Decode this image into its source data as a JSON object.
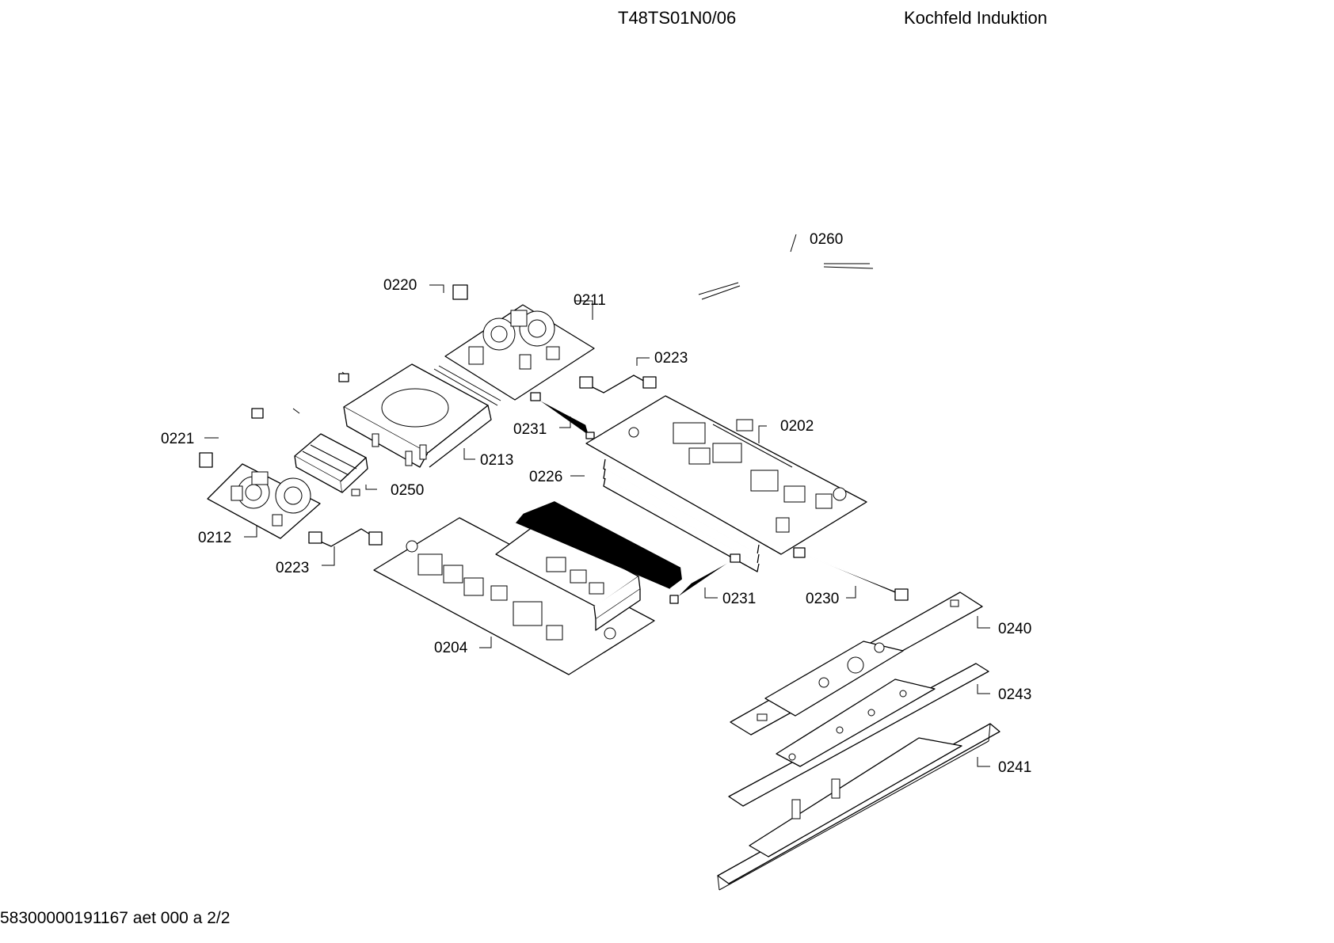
{
  "header": {
    "model": "T48TS01N0/06",
    "type": "Kochfeld Induktion"
  },
  "footer": {
    "text": "58300000191167 aet 000 a 2/2"
  },
  "parts": {
    "p0260": "0260",
    "p0220": "0220",
    "p0211": "0211",
    "p0223a": "0223",
    "p0231a": "0231",
    "p0202": "0202",
    "p0221": "0221",
    "p0213": "0213",
    "p0226": "0226",
    "p0250": "0250",
    "p0212": "0212",
    "p0223b": "0223",
    "p0231b": "0231",
    "p0230": "0230",
    "p0240": "0240",
    "p0204": "0204",
    "p0243": "0243",
    "p0241": "0241"
  }
}
